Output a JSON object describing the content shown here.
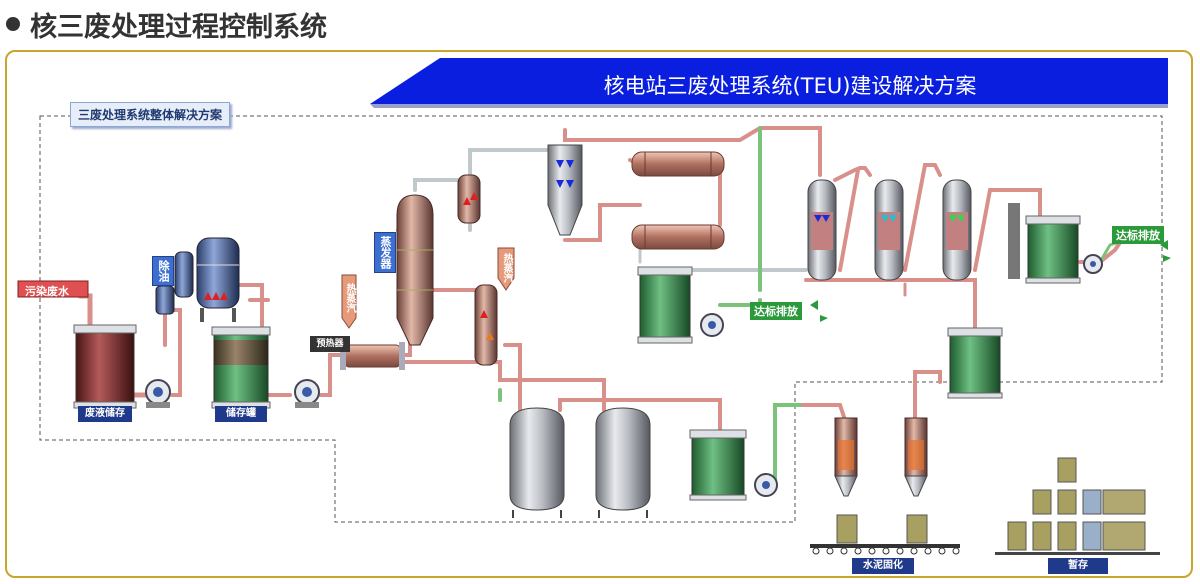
{
  "page": {
    "title": "核三废处理过程控制系统"
  },
  "banner": {
    "title": "核电站三废处理系统(TEU)建设解决方案"
  },
  "section": {
    "label": "三废处理系统整体解决方案"
  },
  "inlets": {
    "polluted_water": "污染废水",
    "steam_1": "热蒸汽",
    "steam_2": "热蒸汽"
  },
  "equipment": {
    "waste_storage": "废液储存",
    "storage_tank": "储存罐",
    "oil_removal": "除油",
    "evaporator": "蒸发器",
    "preheater": "预热器",
    "cement_solidification": "水泥固化",
    "temp_storage": "暂存"
  },
  "outlets": {
    "discharge_1": "达标排放",
    "discharge_2": "达标排放"
  },
  "colors": {
    "banner_blue": "#0a1ee0",
    "frame_gold": "#c9a52c",
    "pipe_red": "#d9908a",
    "pipe_green": "#7bc27b",
    "tank_green": "#2f8a46",
    "tank_maroon": "#7a2a2a"
  }
}
